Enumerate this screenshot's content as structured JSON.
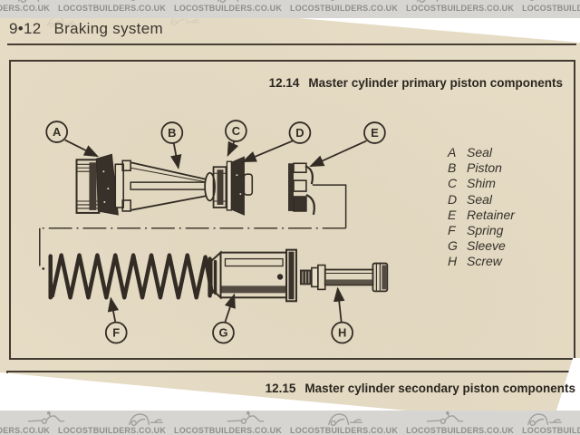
{
  "watermark": {
    "text": "LOCOSTBUILDERS.CO.UK"
  },
  "header": {
    "page_ref": "9•12",
    "title": "Braking system"
  },
  "figure_primary": {
    "number": "12.14",
    "title": "Master cylinder primary piston components",
    "legend": [
      {
        "key": "A",
        "label": "Seal"
      },
      {
        "key": "B",
        "label": "Piston"
      },
      {
        "key": "C",
        "label": "Shim"
      },
      {
        "key": "D",
        "label": "Seal"
      },
      {
        "key": "E",
        "label": "Retainer"
      },
      {
        "key": "F",
        "label": "Spring"
      },
      {
        "key": "G",
        "label": "Sleeve"
      },
      {
        "key": "H",
        "label": "Screw"
      }
    ]
  },
  "figure_secondary": {
    "number": "12.15",
    "title": "Master cylinder secondary piston components"
  },
  "colors": {
    "page": "#e7ddc6",
    "ink": "#332c24",
    "band_bg": "#d6d5d2",
    "band_text": "#8f8e8a"
  }
}
